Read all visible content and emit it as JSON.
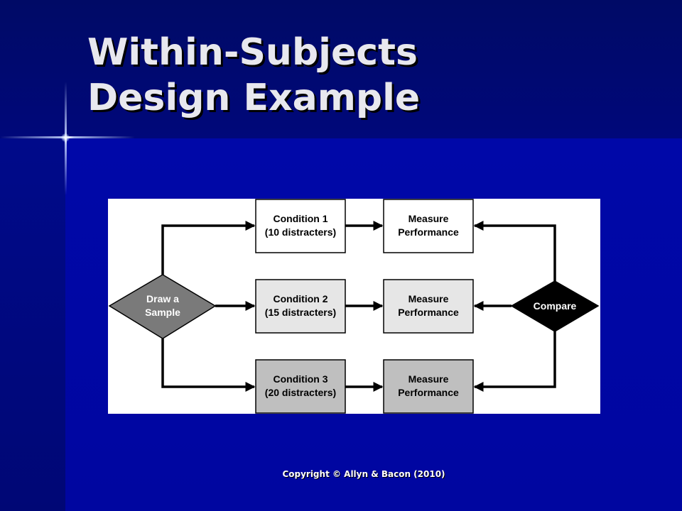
{
  "slide": {
    "title_line1": "Within-Subjects",
    "title_line2": "Design Example",
    "copyright": "Copyright © Allyn & Bacon (2010)"
  },
  "diagram": {
    "start": {
      "line1": "Draw a",
      "line2": "Sample"
    },
    "conditions": [
      {
        "line1": "Condition 1",
        "line2": "(10 distracters)",
        "fill": "#ffffff"
      },
      {
        "line1": "Condition 2",
        "line2": "(15 distracters)",
        "fill": "#e6e6e6"
      },
      {
        "line1": "Condition 3",
        "line2": "(20 distracters)",
        "fill": "#bfbfbf"
      }
    ],
    "measures": [
      {
        "line1": "Measure",
        "line2": "Performance",
        "fill": "#ffffff"
      },
      {
        "line1": "Measure",
        "line2": "Performance",
        "fill": "#e6e6e6"
      },
      {
        "line1": "Measure",
        "line2": "Performance",
        "fill": "#bfbfbf"
      }
    ],
    "compare": {
      "label": "Compare"
    },
    "colors": {
      "start_fill": "#7a7a7a",
      "compare_fill": "#000000",
      "stroke": "#000000"
    }
  }
}
